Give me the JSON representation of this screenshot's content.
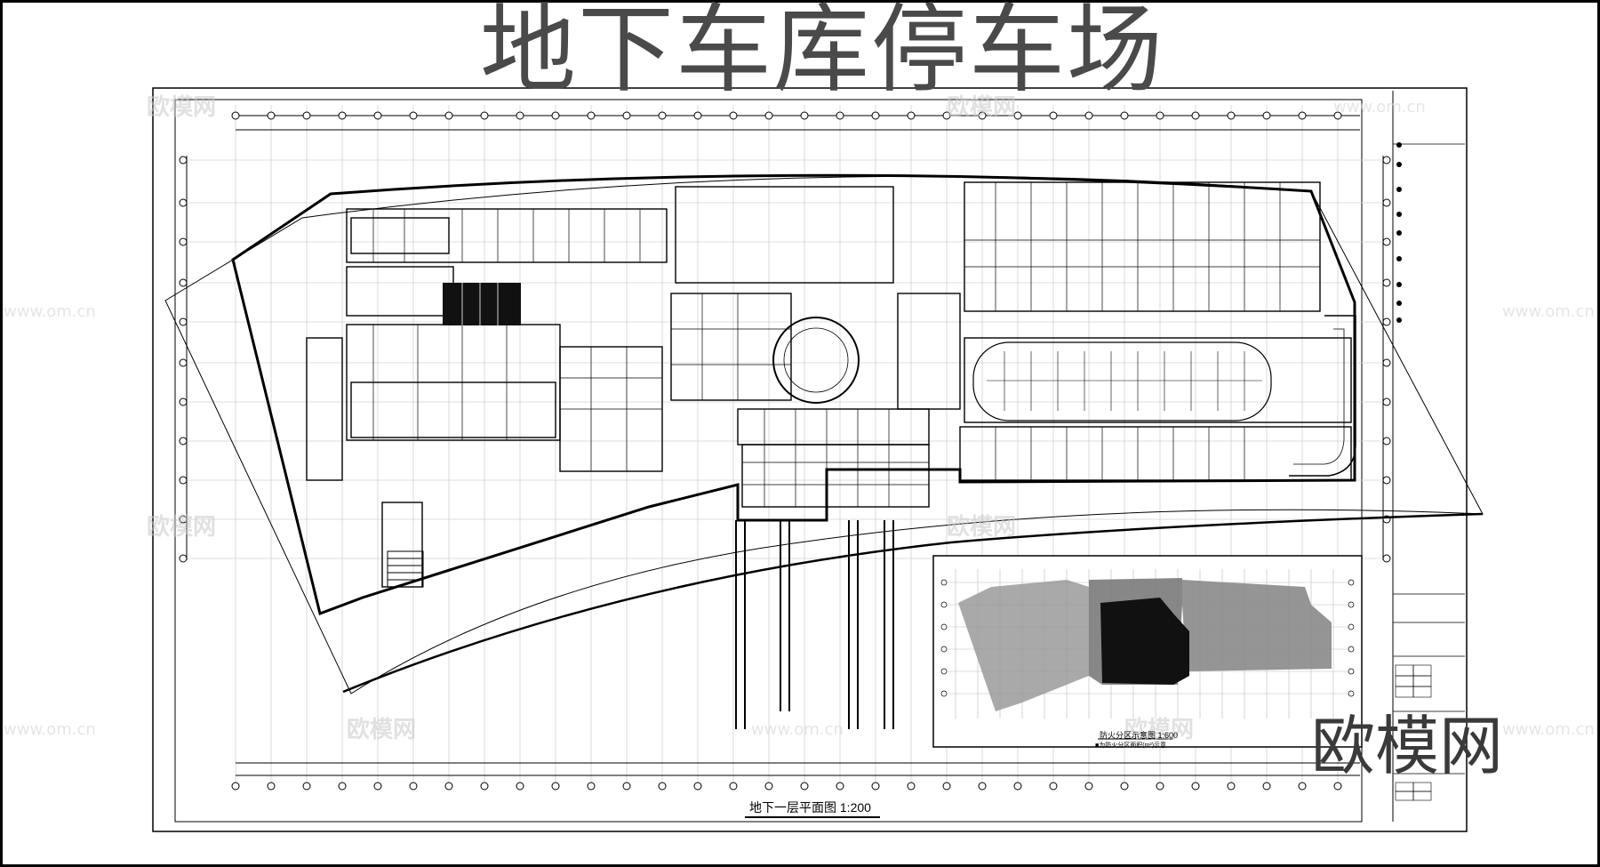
{
  "page": {
    "title": "地下车库停车场",
    "brand_mark": "欧模网"
  },
  "plan": {
    "caption": "地下一层平面图  1:200"
  },
  "inset": {
    "caption": "防火分区示意图  1:600",
    "subcaption": "■为防火分区面积(m²)示意"
  },
  "watermarks": {
    "brand": "欧模网",
    "url": "www.om.cn"
  },
  "colors": {
    "line": "#000000",
    "grid": "#cfcfcf",
    "title": "#4a4a4a",
    "watermark": "#c9c9c9"
  }
}
